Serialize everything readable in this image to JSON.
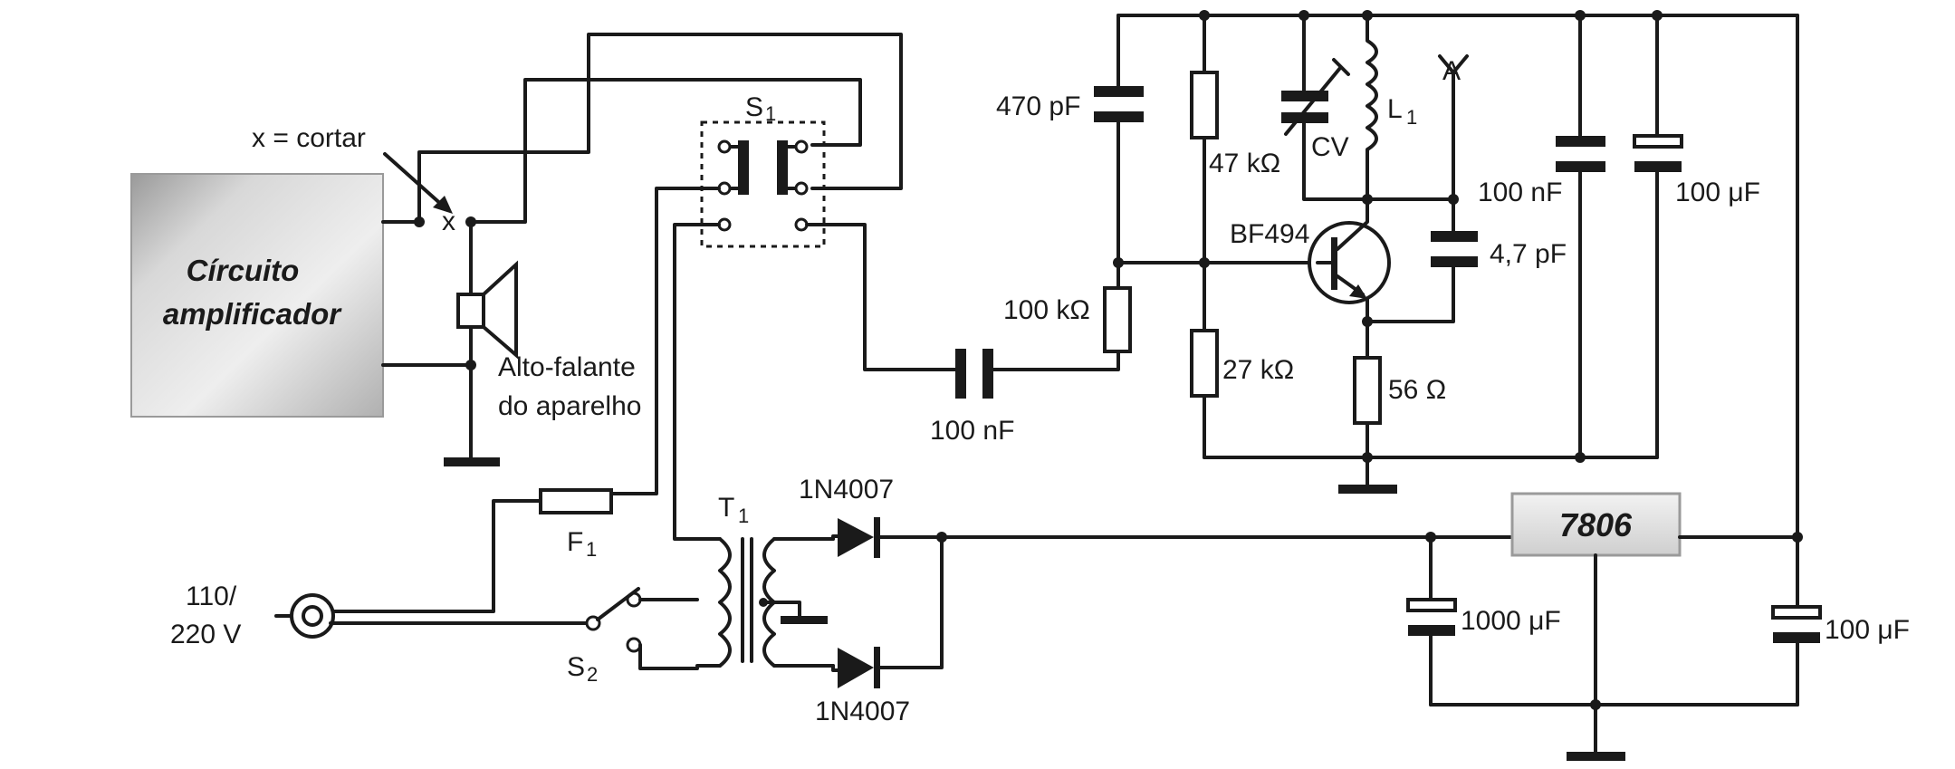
{
  "amplifier": {
    "line1": "Círcuito",
    "line2": "amplificador"
  },
  "cut": {
    "note": "x = cortar",
    "mark": "x"
  },
  "speaker": {
    "line1": "Alto-falante",
    "line2": "do aparelho"
  },
  "s1": {
    "name": "S",
    "sub": "1"
  },
  "fuse": {
    "name": "F",
    "sub": "1"
  },
  "plug": {
    "line1": "110/",
    "line2": "220 V"
  },
  "s2": {
    "name": "S",
    "sub": "2"
  },
  "t1": {
    "name": "T",
    "sub": "1"
  },
  "diode_top": "1N4007",
  "diode_bottom": "1N4007",
  "regulator": "7806",
  "c_filter": "1000 μF",
  "c_reg_out": "100 μF",
  "c_coupling": "100 nF",
  "r_coupling": "100 kΩ",
  "c_470": "470 pF",
  "r_47k": "47 kΩ",
  "cv": "CV",
  "l1": {
    "name": "L",
    "sub": "1"
  },
  "antenna": "A",
  "transistor": "BF494",
  "c_4_7": "4,7 pF",
  "r_27k": "27 kΩ",
  "r_56": "56 Ω",
  "c_bypass_nf": "100 nF",
  "c_bypass_uf": "100 μF",
  "colors": {
    "ink": "#1a1a1a",
    "regulator_fill": "#dcdcdc",
    "amp_fill": "#c8c8c8"
  }
}
